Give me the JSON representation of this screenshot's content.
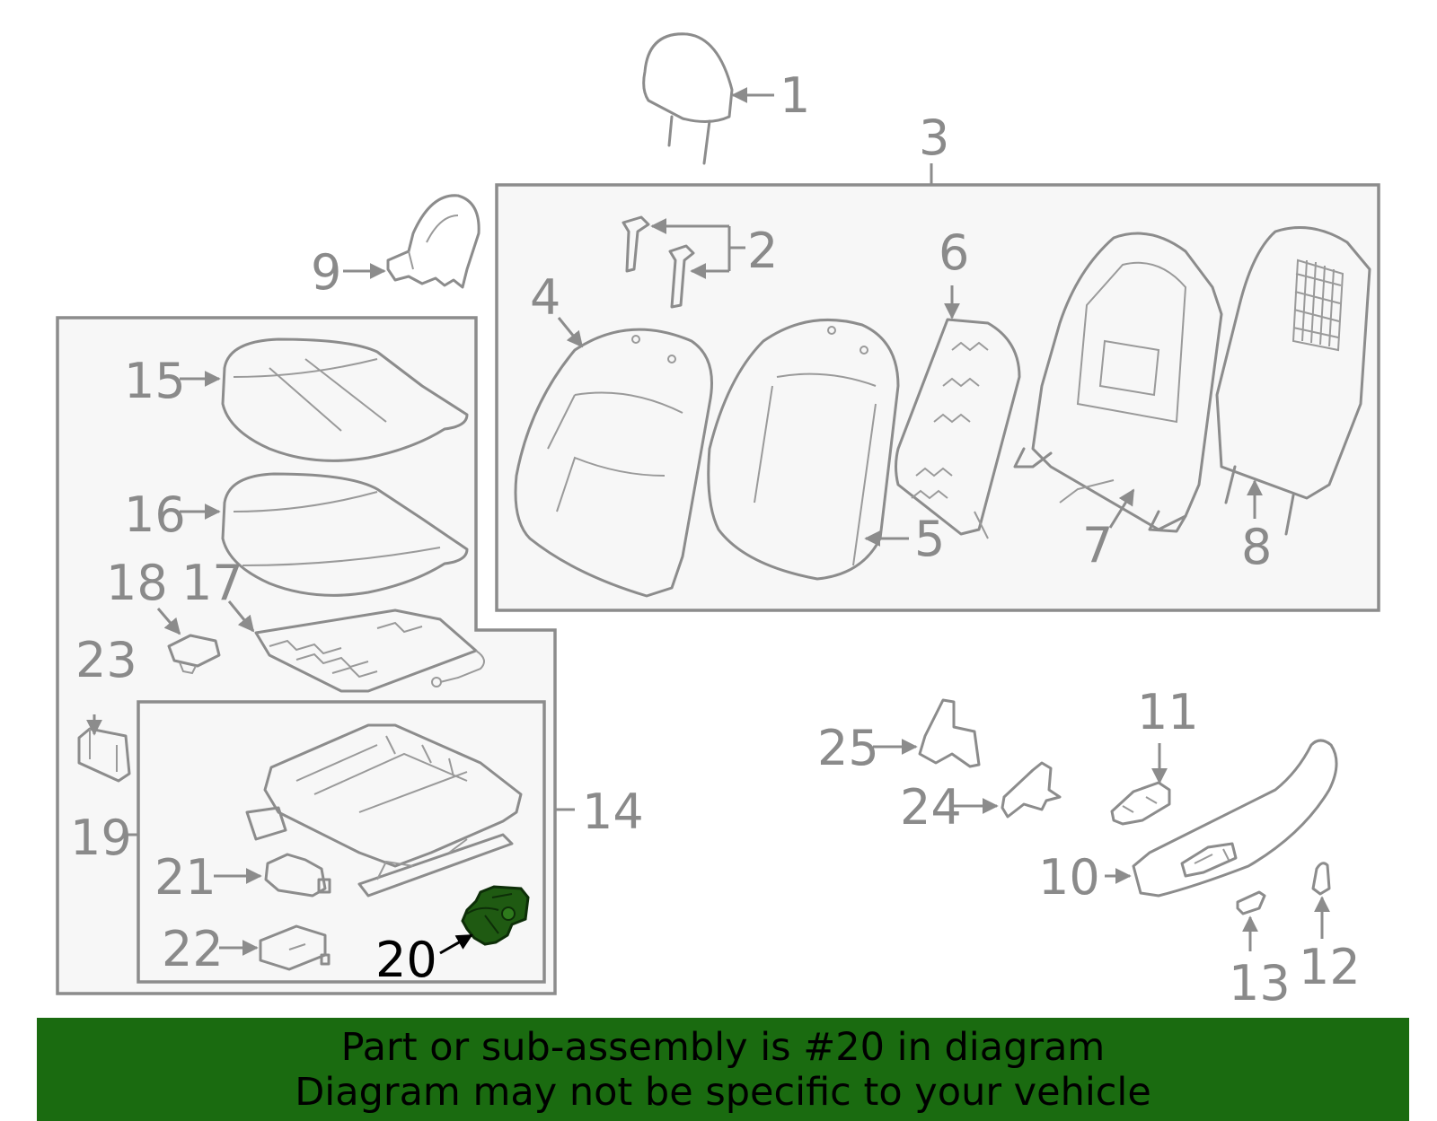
{
  "colors": {
    "banner": "#1a6b10",
    "highlight_part": "#1f5a12",
    "line": "#8c8c8c"
  },
  "callouts": {
    "p1": "1",
    "p2": "2",
    "p3": "3",
    "p4": "4",
    "p5": "5",
    "p6": "6",
    "p7": "7",
    "p8": "8",
    "p9": "9",
    "p10": "10",
    "p11": "11",
    "p12": "12",
    "p13": "13",
    "p14": "14",
    "p15": "15",
    "p16": "16",
    "p17": "17",
    "p18": "18",
    "p19": "19",
    "p20": "20",
    "p21": "21",
    "p22": "22",
    "p23": "23",
    "p24": "24",
    "p25": "25"
  },
  "highlighted_part": "20",
  "banner": {
    "line1": "Part or sub-assembly is #20 in diagram",
    "line2": "Diagram may not be specific to your vehicle"
  }
}
